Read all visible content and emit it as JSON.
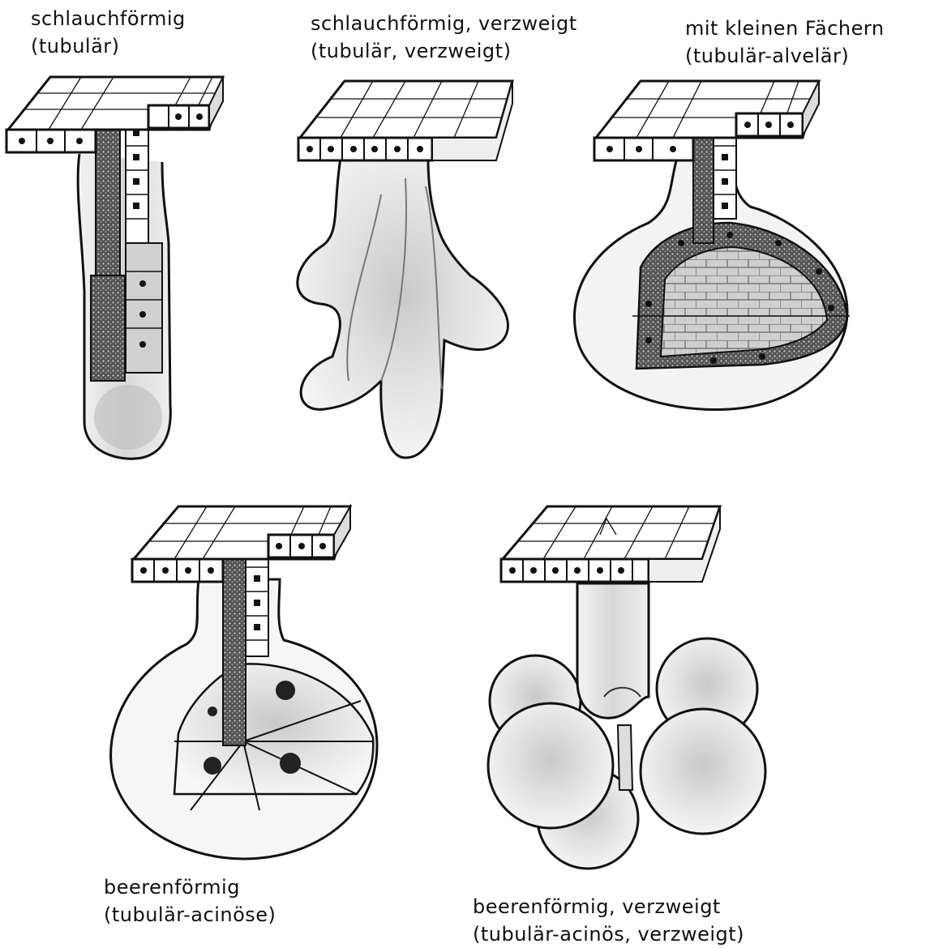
{
  "labels": {
    "tubular": {
      "line1": "schlauchförmig",
      "line2": "(tubulär)"
    },
    "tubular_branched": {
      "line1": "schlauchförmig, verzweigt",
      "line2": "(tubulär, verzweigt)"
    },
    "tubuloalveolar": {
      "line1": "mit kleinen Fächern",
      "line2": "(tubulär-alvelär)"
    },
    "acinar": {
      "line1": "beerenförmig",
      "line2": "(tubulär-acinöse)"
    },
    "acinar_branched": {
      "line1": "beerenförmig, verzweigt",
      "line2": "(tubulär-acinös, verzweigt)"
    }
  }
}
